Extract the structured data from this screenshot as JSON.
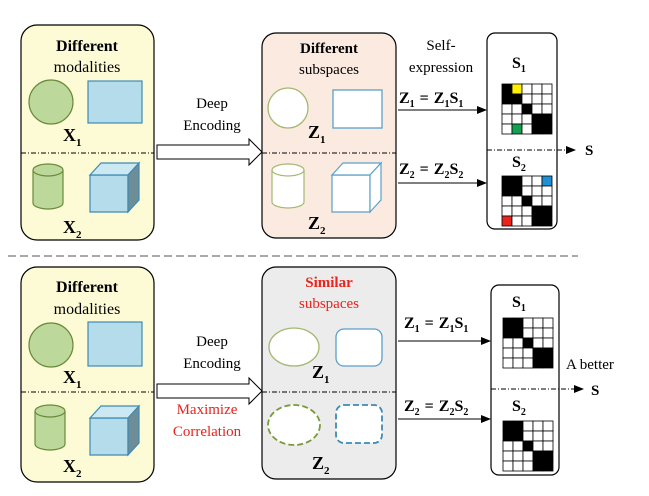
{
  "top_panel": {
    "modalities_box": {
      "title_bold": "Different",
      "title": "modalities",
      "x1_var": "X",
      "x1_sub": "1",
      "x2_var": "X",
      "x2_sub": "2"
    },
    "arrow": {
      "line1": "Deep",
      "line2": "Encoding"
    },
    "subspaces_box": {
      "title_bold": "Different",
      "title": "subspaces",
      "z1_var": "Z",
      "z1_sub": "1",
      "z2_var": "Z",
      "z2_sub": "2"
    },
    "self_expression_label": {
      "line1": "Self-",
      "line2": "expression"
    },
    "eq1": {
      "lhs": "Z",
      "lhs_sub": "1",
      "eq": "=",
      "r1": "Z",
      "r1_sub": "1",
      "r2": "S",
      "r2_sub": "1"
    },
    "eq2": {
      "lhs": "Z",
      "lhs_sub": "2",
      "eq": "=",
      "r1": "Z",
      "r1_sub": "2",
      "r2": "S",
      "r2_sub": "2"
    },
    "matrices_box": {
      "s1_var": "S",
      "s1_sub": "1",
      "s2_var": "S",
      "s2_sub": "2"
    },
    "output": {
      "label": "S"
    }
  },
  "bottom_panel": {
    "modalities_box": {
      "title_bold": "Different",
      "title": "modalities",
      "x1_var": "X",
      "x1_sub": "1",
      "x2_var": "X",
      "x2_sub": "2"
    },
    "arrow": {
      "line1": "Deep",
      "line2": "Encoding",
      "red_line1": "Maximize",
      "red_line2": "Correlation"
    },
    "subspaces_box": {
      "title_bold": "Similar",
      "title": "subspaces",
      "z1_var": "Z",
      "z1_sub": "1",
      "z2_var": "Z",
      "z2_sub": "2"
    },
    "eq1": {
      "lhs": "Z",
      "lhs_sub": "1",
      "eq": "=",
      "r1": "Z",
      "r1_sub": "1",
      "r2": "S",
      "r2_sub": "1"
    },
    "eq2": {
      "lhs": "Z",
      "lhs_sub": "2",
      "eq": "=",
      "r1": "Z",
      "r1_sub": "2",
      "r2": "S",
      "r2_sub": "2"
    },
    "matrices_box": {
      "s1_var": "S",
      "s1_sub": "1",
      "s2_var": "S",
      "s2_sub": "2"
    },
    "output": {
      "prefix": "A better",
      "label": "S"
    }
  },
  "colors": {
    "yellow_box": "#fdfbd6",
    "peach_box": "#fbeae0",
    "gray_box": "#ececec",
    "shape_green": "#bcd89a",
    "shape_blue": "#b4dcea",
    "shape_stroke": "#6a8a3a",
    "blue_stroke": "#3d8ab4",
    "red_text": "#e8241c",
    "yellow_cell": "#ffef00",
    "green_cell": "#10a050",
    "blue_cell": "#1e90d6",
    "red_cell": "#e8241c"
  }
}
